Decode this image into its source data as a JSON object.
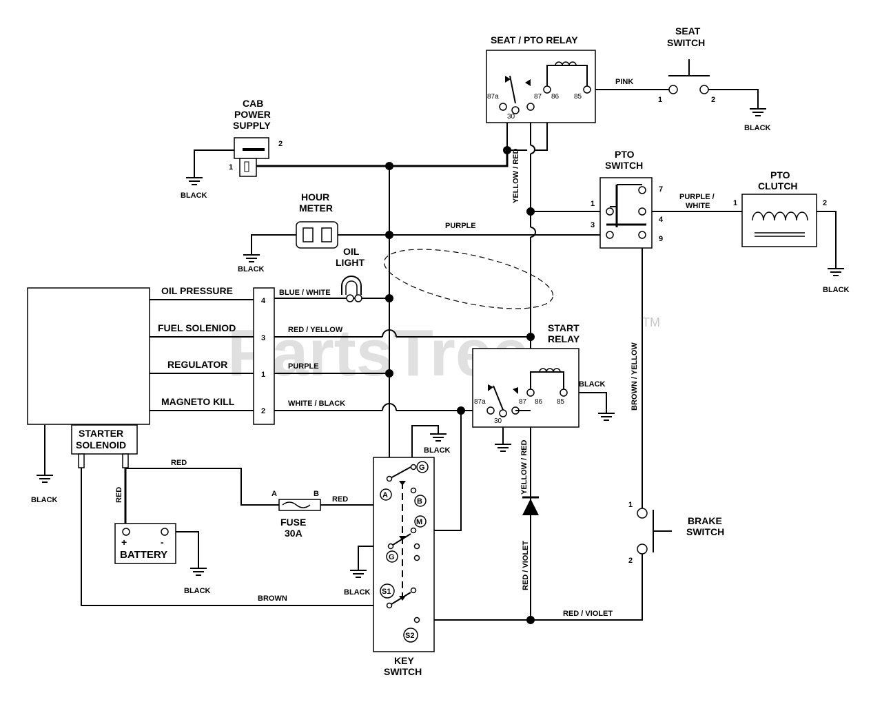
{
  "components": {
    "seat_pto_relay": "SEAT / PTO RELAY",
    "seat_switch_1": "SEAT",
    "seat_switch_2": "SWITCH",
    "cab_1": "CAB",
    "cab_2": "POWER",
    "cab_3": "SUPPLY",
    "hour_1": "HOUR",
    "hour_2": "METER",
    "oil_light_1": "OIL",
    "oil_light_2": "LIGHT",
    "pto_switch_1": "PTO",
    "pto_switch_2": "SWITCH",
    "pto_clutch_1": "PTO",
    "pto_clutch_2": "CLUTCH",
    "start_relay_1": "START",
    "start_relay_2": "RELAY",
    "starter_1": "STARTER",
    "starter_2": "SOLENOID",
    "battery": "BATTERY",
    "fuse_1": "FUSE",
    "fuse_2": "30A",
    "key_1": "KEY",
    "key_2": "SWITCH",
    "brake_1": "BRAKE",
    "brake_2": "SWITCH"
  },
  "engine_lines": {
    "oil_pressure": "OIL PRESSURE",
    "fuel_solenoid": "FUEL SOLENIOD",
    "regulator": "REGULATOR",
    "magneto_kill": "MAGNETO KILL"
  },
  "connector_pins": [
    "4",
    "3",
    "1",
    "2"
  ],
  "wires": {
    "pink": "PINK",
    "black": "BLACK",
    "purple": "PURPLE",
    "purple_white_1": "PURPLE /",
    "purple_white_2": "WHITE",
    "blue_white": "BLUE / WHITE",
    "red_yellow": "RED / YELLOW",
    "white_black": "WHITE / BLACK",
    "yellow_red": "YELLOW / RED",
    "yellow_red_top": "YELLOW / RED",
    "brown_yellow": "BROWN / YELLOW",
    "red": "RED",
    "brown": "BROWN",
    "red_violet": "RED / VIOLET"
  },
  "pins": {
    "r87a": "87a",
    "r30": "30",
    "r87": "87",
    "r86": "86",
    "r85": "85",
    "one": "1",
    "two": "2",
    "three": "3",
    "four": "4",
    "seven": "7",
    "nine": "9",
    "fuse_a": "A",
    "fuse_b": "B",
    "plus": "+",
    "minus": "-"
  },
  "key_terminals": {
    "G": "G",
    "A": "A",
    "B": "B",
    "M": "M",
    "G2": "G",
    "S1": "S1",
    "S2": "S2"
  },
  "watermark": {
    "text": "PartsTree",
    "tm": "TM"
  }
}
